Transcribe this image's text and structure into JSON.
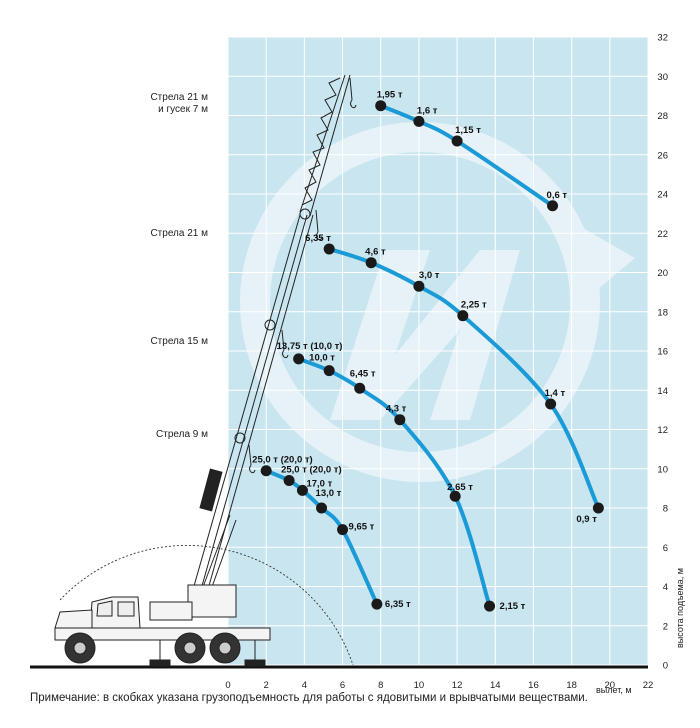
{
  "note": "Примечание: в скобках указана грузоподъемность для работы с ядовитыми и врывчатыми веществами.",
  "colors": {
    "grid_background": "#c9e6f0",
    "grid_line": "#ffffff",
    "curve": "#1a9ad6",
    "point": "#1a1a1a",
    "logo": "#e6f2f7",
    "crane_lines": "#222222"
  },
  "boom_labels": [
    {
      "lines": [
        "Стрела 21 м",
        "и гусек 7 м"
      ]
    },
    {
      "lines": [
        "Стрела 21 м"
      ]
    },
    {
      "lines": [
        "Стрела 15 м"
      ]
    },
    {
      "lines": [
        "Стрела 9 м"
      ]
    }
  ],
  "chart_data": {
    "type": "line",
    "xlabel": "вылет, м",
    "ylabel": "высота подъема, м",
    "xlim": [
      0,
      22
    ],
    "ylim": [
      0,
      32
    ],
    "x_ticks": [
      0,
      2,
      4,
      6,
      8,
      10,
      12,
      14,
      16,
      18,
      20,
      22
    ],
    "y_ticks": [
      0,
      2,
      4,
      6,
      8,
      10,
      12,
      14,
      16,
      18,
      20,
      22,
      24,
      26,
      28,
      30,
      32
    ],
    "grid": true,
    "series": [
      {
        "name": "Стрела 21 м и гусек 7 м",
        "points": [
          {
            "x": 8.0,
            "y": 28.5,
            "label": "1,95 т"
          },
          {
            "x": 10.0,
            "y": 27.7,
            "label": "1,6 т"
          },
          {
            "x": 12.0,
            "y": 26.7,
            "label": "1,15 т"
          },
          {
            "x": 17.0,
            "y": 23.4,
            "label": "0,6 т"
          }
        ]
      },
      {
        "name": "Стрела 21 м",
        "points": [
          {
            "x": 5.3,
            "y": 21.2,
            "label": "6,35 т"
          },
          {
            "x": 7.5,
            "y": 20.5,
            "label": "4,6 т"
          },
          {
            "x": 10.0,
            "y": 19.3,
            "label": "3,0 т"
          },
          {
            "x": 12.3,
            "y": 17.8,
            "label": "2,25 т"
          },
          {
            "x": 16.9,
            "y": 13.3,
            "label": "1,4 т"
          },
          {
            "x": 19.4,
            "y": 8.0,
            "label": "0,9 т"
          }
        ]
      },
      {
        "name": "Стрела 15 м",
        "points": [
          {
            "x": 3.7,
            "y": 15.6,
            "label": "13,75 т (10,0 т)"
          },
          {
            "x": 5.3,
            "y": 15.0,
            "label": "10,0 т"
          },
          {
            "x": 6.9,
            "y": 14.1,
            "label": "6,45 т"
          },
          {
            "x": 9.0,
            "y": 12.5,
            "label": "4,3 т"
          },
          {
            "x": 11.9,
            "y": 8.6,
            "label": "2,65 т"
          },
          {
            "x": 13.7,
            "y": 3.0,
            "label": "2,15 т"
          }
        ]
      },
      {
        "name": "Стрела 9 м",
        "points": [
          {
            "x": 2.0,
            "y": 9.9,
            "label": "25,0 т (20,0 т)"
          },
          {
            "x": 3.2,
            "y": 9.4,
            "label": "25,0 т (20,0 т)"
          },
          {
            "x": 3.9,
            "y": 8.9,
            "label": "17,0 т"
          },
          {
            "x": 4.9,
            "y": 8.0,
            "label": "13,0 т"
          },
          {
            "x": 6.0,
            "y": 6.9,
            "label": "9,65 т"
          },
          {
            "x": 7.8,
            "y": 3.1,
            "label": "6,35 т"
          }
        ]
      }
    ]
  }
}
